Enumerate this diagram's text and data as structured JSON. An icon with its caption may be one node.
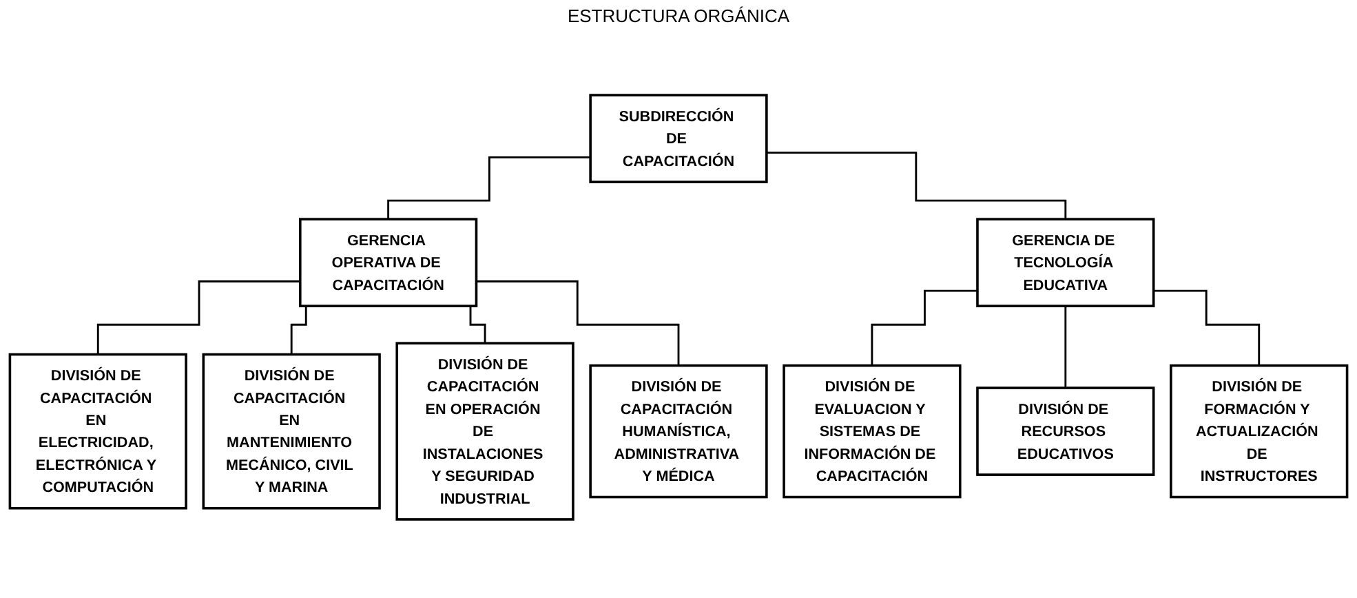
{
  "diagram": {
    "title": "ESTRUCTURA ORGÁNICA",
    "nodes": [
      {
        "text": [
          "SUBDIRECCIÓN DE CAPACITACIÓN"
        ]
      },
      {
        "text": [
          "GERENCIA OPERATIVA DE CAPACITACIÓN"
        ]
      },
      {
        "text": [
          "GERENCIA DE TECNOLOGÍA EDUCATIVA"
        ]
      },
      {
        "text": [
          "DIVISIÓN DE CAPACITACIÓN EN ELECTRICIDAD, ELECTRÓNICA Y COMPUTACIÓN"
        ]
      },
      {
        "text": [
          "DIVISIÓN DE CAPACITACIÓN EN MANTENIMIENTO MECÁNICO, CIVIL Y MARINA"
        ]
      },
      {
        "text": [
          "DIVISIÓN DE CAPACITACIÓN EN OPERACIÓN DE INSTALACIONES Y SEGURIDAD INDUSTRIAL"
        ]
      },
      {
        "text": [
          "DIVISIÓN DE CAPACITACIÓN HUMANÍSTICA, ADMINISTRATIVA Y MÉDICA"
        ]
      },
      {
        "text": [
          "DIVISIÓN DE EVALUACION Y SISTEMAS DE INFORMACIÓN DE CAPACITACIÓN"
        ]
      },
      {
        "text": [
          "DIVISIÓN DE RECURSOS EDUCATIVOS"
        ]
      },
      {
        "text": [
          "DIVISIÓN DE FORMACIÓN Y ACTUALIZACIÓN DE INSTRUCTORES"
        ]
      }
    ],
    "edges": [
      {
        "from": 0,
        "to": 1,
        "arrow": "none"
      },
      {
        "from": 0,
        "to": 2,
        "arrow": "none"
      },
      {
        "from": 1,
        "to": 3,
        "arrow": "none"
      },
      {
        "from": 1,
        "to": 4,
        "arrow": "none"
      },
      {
        "from": 1,
        "to": 5,
        "arrow": "none"
      },
      {
        "from": 1,
        "to": 6,
        "arrow": "none"
      },
      {
        "from": 2,
        "to": 7,
        "arrow": "none"
      },
      {
        "from": 2,
        "to": 8,
        "arrow": "none"
      },
      {
        "from": 2,
        "to": 9,
        "arrow": "none"
      }
    ]
  }
}
